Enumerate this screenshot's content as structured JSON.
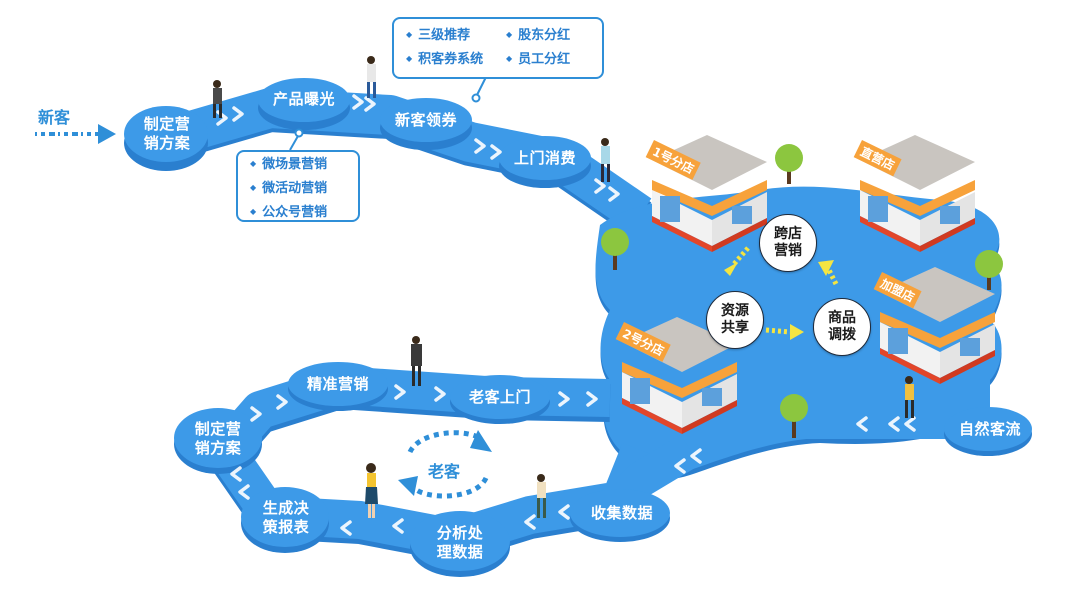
{
  "diagram": {
    "type": "customer-flow-diagram",
    "colors": {
      "path_blue": "#3d9ae8",
      "path_edge": "#2a7fcf",
      "label_text": "#ffffff",
      "callout_border": "#2f8fd8",
      "callout_text": "#2a7fcf",
      "store_orange": "#f7a23b",
      "store_red": "#e2462a",
      "arrow_yellow": "#f4e542",
      "tree_green": "#8cc63f"
    },
    "new_customer": {
      "label": "新客",
      "steps": [
        {
          "id": "plan",
          "line1": "制定营",
          "line2": "销方案"
        },
        {
          "id": "exposure",
          "line1": "产品曝光"
        },
        {
          "id": "coupon",
          "line1": "新客领券"
        },
        {
          "id": "visit",
          "line1": "上门消费"
        }
      ],
      "callout_exposure": {
        "items": [
          "微场景营销",
          "微活动营销",
          "公众号营销"
        ]
      },
      "callout_coupon": {
        "items": [
          "三级推荐",
          "股东分红",
          "积客券系统",
          "员工分红"
        ]
      }
    },
    "stores": {
      "store1": "1号分店",
      "store2": "2号分店",
      "direct": "直营店",
      "franchise": "加盟店"
    },
    "center_cycle": {
      "cross_store": {
        "line1": "跨店",
        "line2": "营销"
      },
      "resource_share": {
        "line1": "资源",
        "line2": "共享"
      },
      "goods_transfer": {
        "line1": "商品",
        "line2": "调拨"
      }
    },
    "natural_flow": {
      "label": "自然客流"
    },
    "old_customer": {
      "label": "老客",
      "steps": [
        {
          "id": "collect",
          "line1": "收集数据"
        },
        {
          "id": "analyze",
          "line1": "分析处",
          "line2": "理数据"
        },
        {
          "id": "report",
          "line1": "生成决",
          "line2": "策报表"
        },
        {
          "id": "plan2",
          "line1": "制定营",
          "line2": "销方案"
        },
        {
          "id": "precise",
          "line1": "精准营销"
        },
        {
          "id": "return",
          "line1": "老客上门"
        }
      ]
    }
  }
}
